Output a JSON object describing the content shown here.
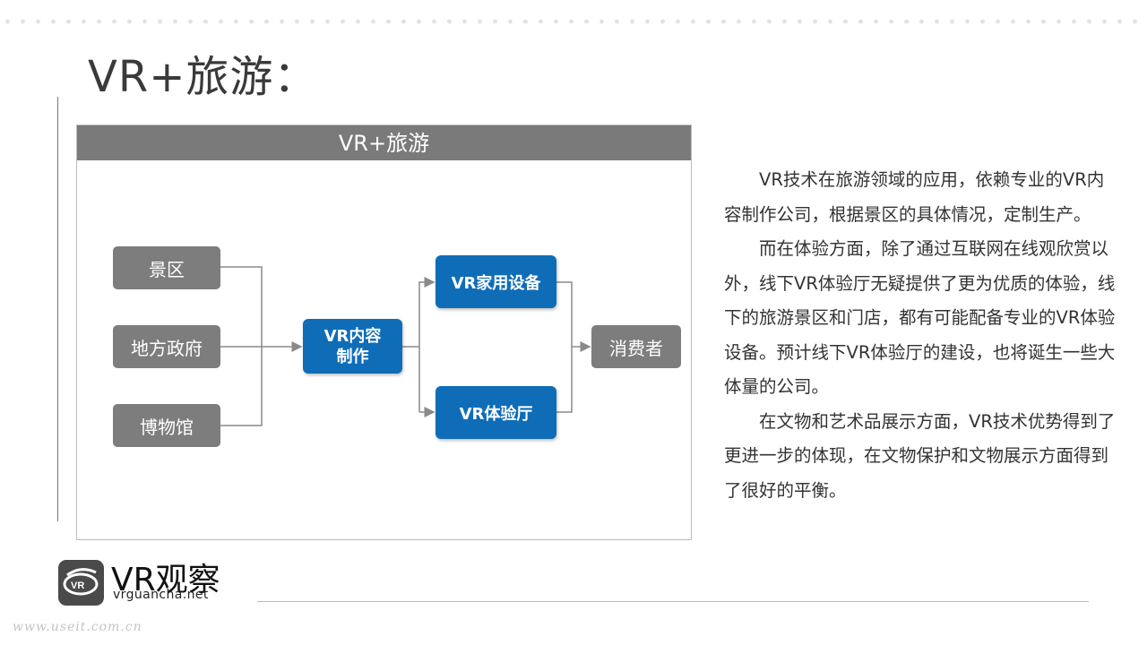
{
  "slide": {
    "title": "VR+旅游："
  },
  "diagram": {
    "header": "VR+旅游",
    "sources": [
      "景区",
      "地方政府",
      "博物馆"
    ],
    "hub": [
      "VR内容",
      "制作"
    ],
    "channels": [
      "VR家用设备",
      "VR体验厅"
    ],
    "target": "消费者"
  },
  "body": {
    "paragraphs": [
      "VR技术在旅游领域的应用，依赖专业的VR内容制作公司，根据景区的具体情况，定制生产。",
      "而在体验方面，除了通过互联网在线观欣赏以外，线下VR体验厅无疑提供了更为优质的体验，线下的旅游景区和门店，都有可能配备专业的VR体验设备。预计线下VR体验厅的建设，也将诞生一些大体量的公司。",
      "在文物和艺术品展示方面，VR技术优势得到了更进一步的体现，在文物保护和文物展示方面得到了很好的平衡。"
    ]
  },
  "logo": {
    "name": "VR观察",
    "url": "vrguancha.net"
  },
  "watermark": "www.useit.com.cn",
  "colors": {
    "header_gray": "#7a7a7a",
    "box_gray": "#7d7d7d",
    "box_blue": "#0f6db8"
  }
}
